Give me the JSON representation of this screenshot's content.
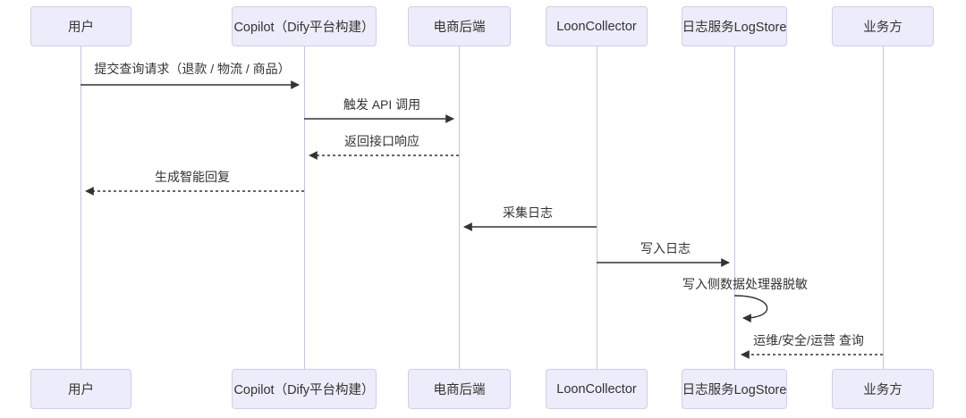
{
  "diagram": {
    "type": "sequence-diagram",
    "background_color": "#ffffff",
    "actor_fill_color": "#ececfa",
    "actor_border_color": "#cfcfe8",
    "lifeline_color": "#c5c5e2",
    "arrow_color": "#333333",
    "text_color": "#333333",
    "actors": [
      {
        "id": "user",
        "label": "用户"
      },
      {
        "id": "copilot",
        "label": "Copilot（Dify平台构建）"
      },
      {
        "id": "ecommerce-backend",
        "label": "电商后端"
      },
      {
        "id": "loon-collector",
        "label": "LoonCollector"
      },
      {
        "id": "logstore",
        "label": "日志服务LogStore"
      },
      {
        "id": "business",
        "label": "业务方"
      }
    ],
    "messages": [
      {
        "from": "用户",
        "to": "Copilot（Dify平台构建）",
        "label": "提交查询请求（退款 / 物流 / 商品）",
        "line": "solid",
        "direction": "right"
      },
      {
        "from": "Copilot（Dify平台构建）",
        "to": "电商后端",
        "label": "触发 API 调用",
        "line": "solid",
        "direction": "right"
      },
      {
        "from": "电商后端",
        "to": "Copilot（Dify平台构建）",
        "label": "返回接口响应",
        "line": "dashed",
        "direction": "left"
      },
      {
        "from": "Copilot（Dify平台构建）",
        "to": "用户",
        "label": "生成智能回复",
        "line": "dashed",
        "direction": "left"
      },
      {
        "from": "LoonCollector",
        "to": "电商后端",
        "label": "采集日志",
        "line": "solid",
        "direction": "left"
      },
      {
        "from": "LoonCollector",
        "to": "日志服务LogStore",
        "label": "写入日志",
        "line": "solid",
        "direction": "right"
      },
      {
        "from": "日志服务LogStore",
        "to": "日志服务LogStore",
        "label": "写入侧数据处理器脱敏",
        "line": "self-loop",
        "direction": "self"
      },
      {
        "from": "业务方",
        "to": "日志服务LogStore",
        "label": "运维/安全/运营 查询",
        "line": "dashed",
        "direction": "left"
      }
    ]
  }
}
